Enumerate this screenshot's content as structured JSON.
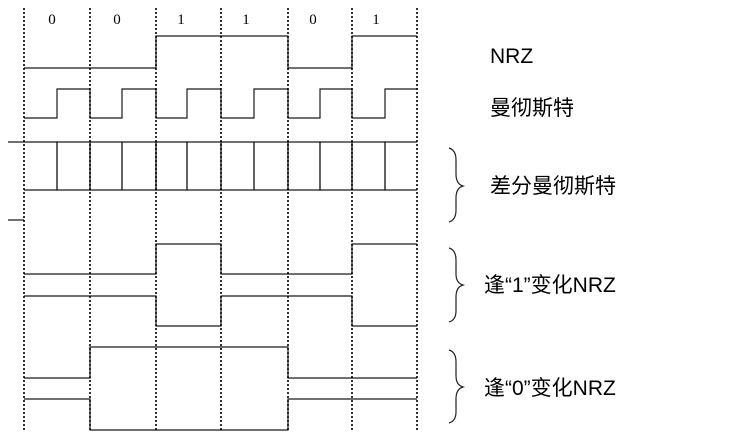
{
  "bits": [
    "0",
    "0",
    "1",
    "1",
    "0",
    "1"
  ],
  "labels": {
    "nrz": "NRZ",
    "manchester": "曼彻斯特",
    "diff_manchester": "差分曼彻斯特",
    "nrzi_1": "逢“1”变化NRZ",
    "nrzi_0": "逢“0”变化NRZ"
  }
}
